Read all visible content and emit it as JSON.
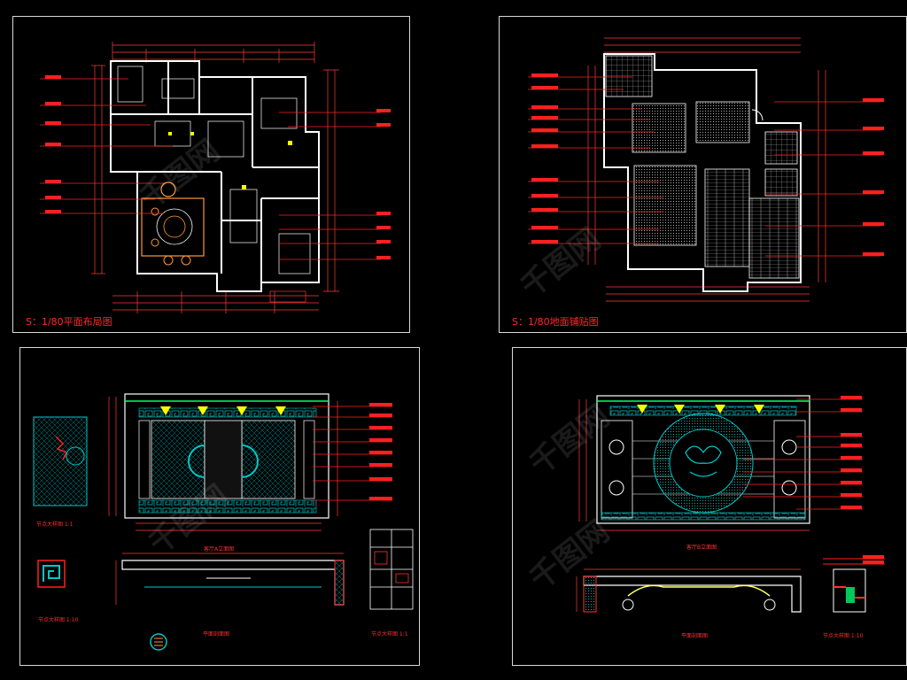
{
  "sheets": {
    "plan_layout": {
      "title": "S：1/80平面布局图"
    },
    "floor_plan": {
      "title": "S：1/80地面铺贴图"
    },
    "elevation_a": {
      "caption_main": "客厅A立面图",
      "caption_section": "平面剖面图",
      "caption_detail_1": "节点大样图 1:1",
      "caption_detail_2": "节点大样图 1:10",
      "caption_detail_3": "节点大样图 1:1"
    },
    "elevation_b": {
      "caption_main": "客厅B立面图",
      "caption_section": "平面剖面图",
      "caption_detail": "节点大样图 1:10"
    }
  },
  "watermark": "千图网",
  "colors": {
    "background": "#000000",
    "frame": "#d8d8d8",
    "wall": "#ffffff",
    "annotation": "#ff2020",
    "dimension": "#ff3b3b",
    "fixture": "#ffff00",
    "ornament": "#00c8c8",
    "furniture": "#ff9933"
  }
}
